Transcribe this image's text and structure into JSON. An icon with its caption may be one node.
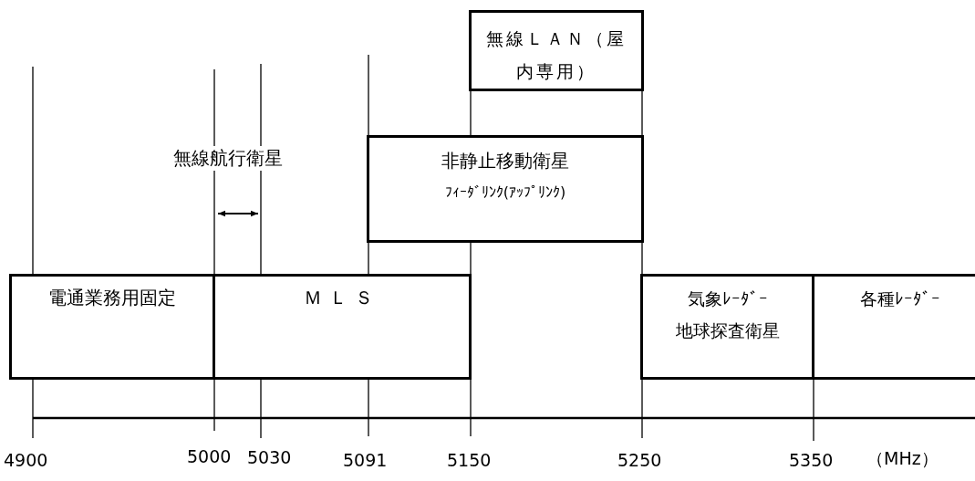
{
  "diagram": {
    "nodes": [
      {
        "text": [
          "電通業務用固定"
        ]
      },
      {
        "text": [
          "ＭＬＳ"
        ]
      },
      {
        "text": [
          "非静止移動衛星",
          "ﾌｨｰﾀﾞﾘﾝｸ(ｱｯﾌﾟﾘﾝｸ)"
        ]
      },
      {
        "text": [
          "無線ＬＡＮ（屋内専用）"
        ]
      },
      {
        "text": [
          "気象ﾚｰﾀﾞｰ",
          "地球探査衛星"
        ]
      },
      {
        "text": [
          "各種ﾚｰﾀﾞｰ"
        ]
      }
    ],
    "labels": [
      "無線航行衛星",
      "4900",
      "5000",
      "5030",
      "5091",
      "5150",
      "5250",
      "5350",
      "（MHz）"
    ]
  }
}
